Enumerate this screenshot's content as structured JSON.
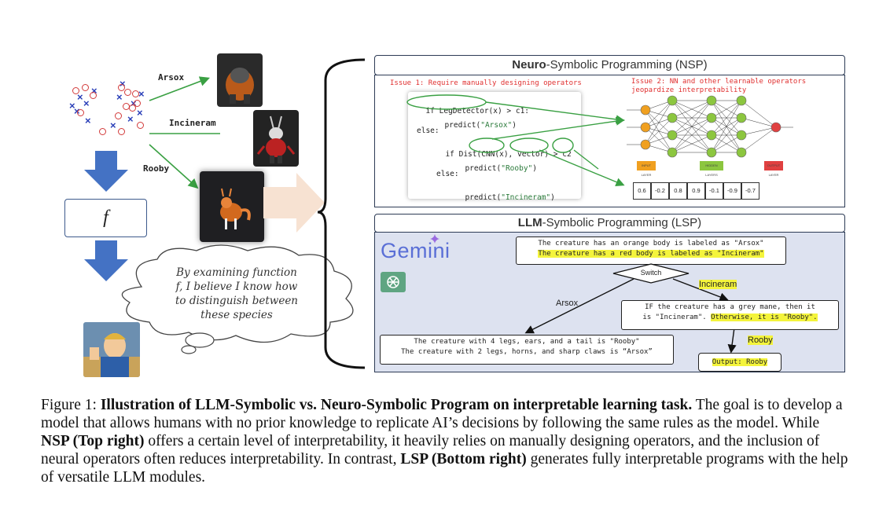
{
  "left": {
    "labels": {
      "arsox": "Arsox",
      "incineram": "Incineram",
      "rooby": "Rooby"
    },
    "function_symbol": "f",
    "thought_lines": [
      "By examining function",
      "f, I believe I know how",
      "to distinguish between",
      "these species"
    ]
  },
  "nsp": {
    "title_bold": "Neuro",
    "title_rest": "-Symbolic Programming (NSP)",
    "issue1": "Issue 1: Require manually designing operators",
    "issue2_line1": "Issue 2: NN and other learnable operators",
    "issue2_line2": "jeopardize interpretability",
    "code": {
      "l1_a": "if ",
      "l1_b": "LegDetector(x)",
      "l1_c": " > c1:",
      "l2_a": "predict(",
      "l2_b": "\"Arsox\"",
      "l2_c": ")",
      "l3": "else:",
      "l4_a": "if Dist(",
      "l4_b": "CNN(x)",
      "l4_c": ", ",
      "l4_d": "vector",
      "l4_e": ") > ",
      "l4_f": "c2",
      "l5_a": "predict(",
      "l5_b": "\"Rooby\"",
      "l5_c": ")",
      "l6": "else:",
      "l7_a": "predict(",
      "l7_b": "\"Incineram\"",
      "l7_c": ")"
    },
    "vector": [
      "0.6",
      "-0.2",
      "0.8",
      "0.9",
      "-0.1",
      "-0.9",
      "-0.7"
    ],
    "layer_tags": [
      "INPUT LAYER",
      "HIDDEN LAYERS",
      "OUTPUT LAYER"
    ]
  },
  "lsp": {
    "title_bold": "LLM",
    "title_rest": "-Symbolic Programming (LSP)",
    "gemini": "Gemini",
    "top_line1": "The creature has an orange body is labeled as \"Arsox\"",
    "top_line2": "The creature has a red body is labeled as \"Incineram\"",
    "switch": "Switch",
    "label_incineram": "Incineram",
    "label_arsox": "Arsox",
    "label_rooby": "Rooby",
    "right_line1": "IF the creature has a grey mane, then it",
    "right_line2a": "is \"Incineram\". ",
    "right_line2b": "Otherwise, it is \"Rooby\".",
    "left_line1": "The creature with 4 legs, ears, and a tail is \"Rooby\"",
    "left_line2": "The creature with 2 legs, horns, and sharp claws is “Arsox”",
    "output": "Output: Rooby"
  },
  "caption": {
    "prefix": "Figure 1: ",
    "bold_title": "Illustration of LLM-Symbolic vs. Neuro-Symbolic Program on interpretable learning task.",
    "s1": " The goal is to develop a model that allows humans with no prior knowledge to replicate AI’s decisions by following the same rules as the model. While ",
    "b1": "NSP (Top right)",
    "s2": " offers a certain level of interpretability, it heavily relies on manually designing operators, and the inclusion of neural operators often reduces interpretability. In contrast, ",
    "b2": "LSP (Bottom right)",
    "s3": " generates fully interpretable programs with the help of versatile LLM modules."
  }
}
